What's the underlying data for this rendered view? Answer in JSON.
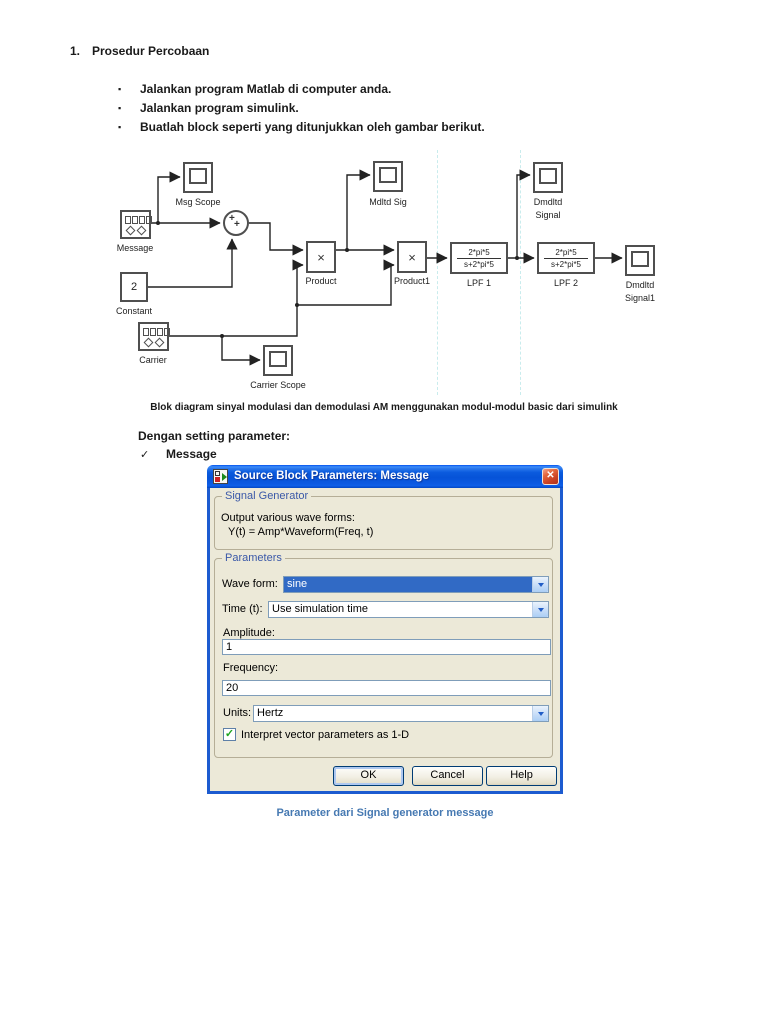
{
  "doc": {
    "heading_number": "1.",
    "heading": "Prosedur Percobaan",
    "bullets": [
      "Jalankan program Matlab di computer anda.",
      "Jalankan program simulink.",
      "Buatlah block seperti yang ditunjukkan oleh gambar berikut."
    ],
    "diagram_caption": "Blok diagram sinyal modulasi dan demodulasi AM menggunakan modul-modul basic dari simulink",
    "settings_heading": "Dengan setting parameter:",
    "settings_item": "Message",
    "dialog_caption": "Parameter dari Signal generator message"
  },
  "icons": {
    "bullet": "▪",
    "check": "✓",
    "close": "✕",
    "product_symbol": "×",
    "plus1": "+",
    "plus2": "+"
  },
  "diagram": {
    "blocks": {
      "msg_scope": "Msg Scope",
      "message": "Message",
      "constant_value": "2",
      "constant": "Constant",
      "carrier": "Carrier",
      "carrier_scope": "Carrier Scope",
      "product": "Product",
      "mdltd_sig": "Mdltd Sig",
      "product1": "Product1",
      "lpf1_num": "2*pi*5",
      "lpf1_den": "s+2*pi*5",
      "lpf1": "LPF 1",
      "lpf2_num": "2*pi*5",
      "lpf2_den": "s+2*pi*5",
      "lpf2": "LPF 2",
      "dmdltd_line1": "Dmdltd",
      "dmdltd_line2": "Signal",
      "dmdltd1_line1": "Dmdltd",
      "dmdltd1_line2": "Signal1"
    }
  },
  "dialog": {
    "title": "Source Block Parameters: Message",
    "signal_generator": {
      "group_title": "Signal Generator",
      "desc_line1": "Output various wave forms:",
      "desc_line2": "Y(t) = Amp*Waveform(Freq, t)"
    },
    "parameters": {
      "group_title": "Parameters",
      "wave_form_label": "Wave form:",
      "wave_form_value": "sine",
      "time_label": "Time (t):",
      "time_value": "Use simulation time",
      "amplitude_label": "Amplitude:",
      "amplitude_value": "1",
      "frequency_label": "Frequency:",
      "frequency_value": "20",
      "units_label": "Units:",
      "units_value": "Hertz",
      "checkbox_label": "Interpret vector parameters as 1-D",
      "checkbox_checked": true
    },
    "buttons": {
      "ok": "OK",
      "cancel": "Cancel",
      "help": "Help"
    }
  },
  "colors": {
    "titlebar_blue": "#0653D8",
    "dialog_face": "#ECE9D8",
    "frame_blue": "#1C5BD0",
    "group_title_blue": "#3A58A8",
    "selection_blue": "#316AC5",
    "caption_blue": "#4679B2",
    "close_red": "#CC4425",
    "check_green": "#1FA51F"
  }
}
